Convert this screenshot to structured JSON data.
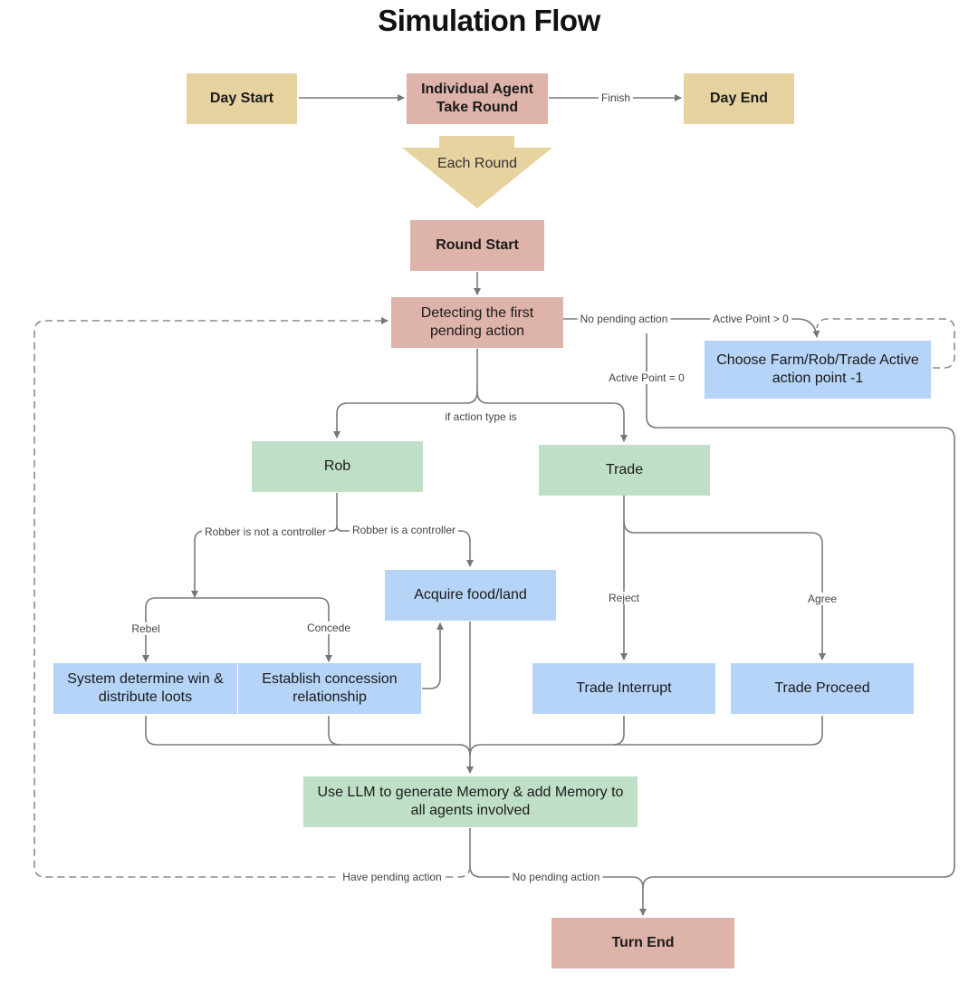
{
  "title": "Simulation Flow",
  "nodes": {
    "day_start": "Day Start",
    "individual_agent": "Individual Agent Take Round",
    "day_end": "Day End",
    "each_round": "Each Round",
    "round_start": "Round Start",
    "detect_pending": "Detecting the first pending action",
    "choose_action": "Choose Farm/Rob/Trade Active action point -1",
    "rob": "Rob",
    "trade": "Trade",
    "acquire": "Acquire food/land",
    "system_determine": "System determine win & distribute loots",
    "concession": "Establish concession relationship",
    "trade_interrupt": "Trade Interrupt",
    "trade_proceed": "Trade Proceed",
    "llm_memory": "Use LLM to generate Memory & add Memory to all agents involved",
    "turn_end": "Turn End"
  },
  "edge_labels": {
    "finish": "Finish",
    "no_pending_top": "No pending action",
    "active_gt0": "Active Point > 0",
    "active_eq0": "Active Point = 0",
    "if_action_type": "if action type is",
    "robber_not_controller": "Robber is not a controller",
    "robber_controller": "Robber is a controller",
    "rebel": "Rebel",
    "concede": "Concede",
    "reject": "Reject",
    "agree": "Agree",
    "have_pending": "Have pending action",
    "no_pending_bottom": "No pending action"
  },
  "colors": {
    "start_end": "#e6d3a0",
    "round": "#deb3a9",
    "action": "#bfe0c7",
    "outcome": "#b5d4f7",
    "connector": "#7a7a7a"
  }
}
